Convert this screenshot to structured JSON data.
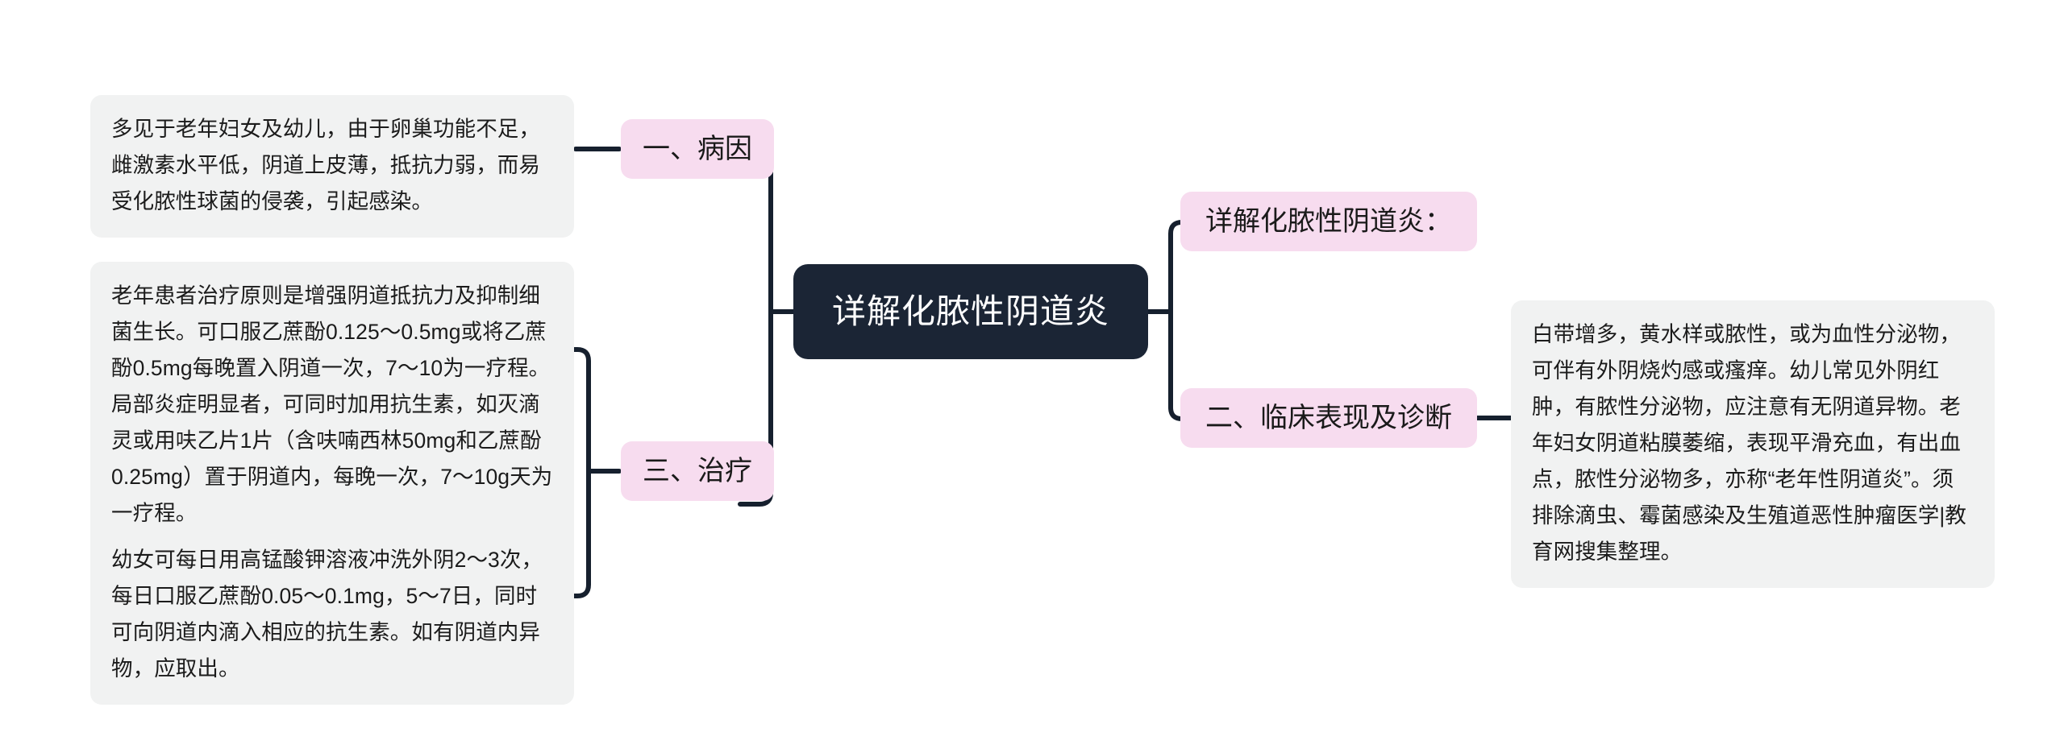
{
  "diagram": {
    "type": "mind-map",
    "background_color": "#ffffff",
    "root": {
      "id": "root",
      "label": "详解化脓性阴道炎",
      "fill": "#1b2535",
      "text_color": "#ffffff"
    },
    "edge_color": "#16202e",
    "branches": [
      {
        "id": "cause",
        "label": "一、病因",
        "side": "left",
        "fill": "#f7dcef",
        "details": [
          {
            "id": "cause-detail",
            "text": "多见于老年妇女及幼儿，由于卵巢功能不足，雌激素水平低，阴道上皮薄，抵抗力弱，而易受化脓性球菌的侵袭，引起感染。",
            "fill": "#f1f2f2"
          }
        ]
      },
      {
        "id": "treatment",
        "label": "三、治疗",
        "side": "left",
        "fill": "#f7dcef",
        "details": [
          {
            "id": "treatment-detail-1",
            "text": "老年患者治疗原则是增强阴道抵抗力及抑制细菌生长。可口服乙蔗酚0.125～0.5mg或将乙蔗酚0.5mg每晚置入阴道一次，7～10为一疗程。局部炎症明显者，可同时加用抗生素，如灭滴灵或用呋乙片1片（含呋喃西林50mg和乙蔗酚0.25mg）置于阴道内，每晚一次，7～10g天为一疗程。",
            "fill": "#f1f2f2"
          },
          {
            "id": "treatment-detail-2",
            "text": "幼女可每日用高锰酸钾溶液冲洗外阴2～3次，每日口服乙蔗酚0.05～0.1mg，5～7日，同时可向阴道内滴入相应的抗生素。如有阴道内异物，应取出。",
            "fill": "#f1f2f2"
          }
        ]
      },
      {
        "id": "overview",
        "label": "详解化脓性阴道炎：",
        "side": "right",
        "fill": "#f7dcef",
        "details": []
      },
      {
        "id": "clinical",
        "label": "二、临床表现及诊断",
        "side": "right",
        "fill": "#f7dcef",
        "details": [
          {
            "id": "clinical-detail",
            "text": "白带增多，黄水样或脓性，或为血性分泌物，可伴有外阴烧灼感或瘙痒。幼儿常见外阴红肿，有脓性分泌物，应注意有无阴道异物。老年妇女阴道粘膜萎缩，表现平滑充血，有出血点，脓性分泌物多，亦称“老年性阴道炎”。须排除滴虫、霉菌感染及生殖道恶性肿瘤医学|教育网搜集整理。",
            "fill": "#f1f2f2"
          }
        ]
      }
    ]
  }
}
